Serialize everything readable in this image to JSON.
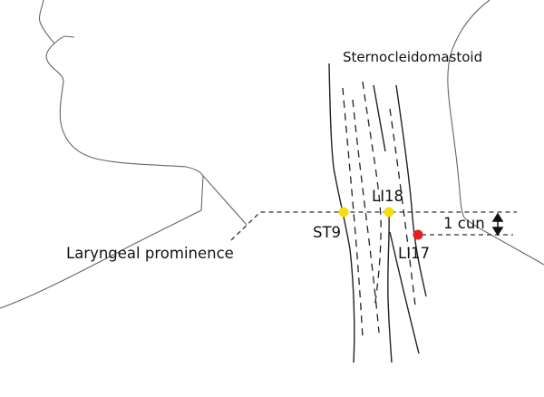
{
  "labels": {
    "muscle": "Sternocleidomastoid",
    "landmark": "Laryngeal prominence",
    "distance": "1 cun"
  },
  "points": [
    {
      "name": "ST9",
      "color": "#f5de10"
    },
    {
      "name": "LI18",
      "color": "#f5de10"
    },
    {
      "name": "LI17",
      "color": "#e02020"
    }
  ]
}
